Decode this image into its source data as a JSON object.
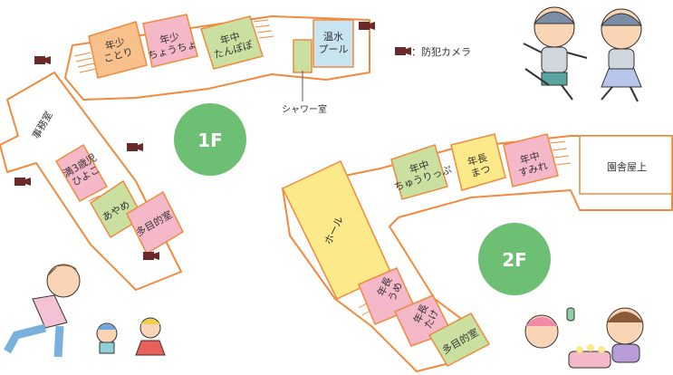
{
  "legend": {
    "camera_icon": "security-camera-icon",
    "label": "：防犯カメラ"
  },
  "floor1": {
    "badge": "1F",
    "rooms": {
      "nenshou_kotori": [
        "年少",
        "ことり"
      ],
      "nenshou_chouchou": [
        "年少",
        "ちょうちょ"
      ],
      "nenchuu_tanpopo": [
        "年中",
        "たんぽぽ"
      ],
      "onsui_pool": [
        "温水",
        "プール"
      ],
      "shower_room": "シャワー室",
      "jimushitsu": "事務室",
      "man3_hiyoko": [
        "満3歳児",
        "ひよこ"
      ],
      "ayame": "あやめ",
      "tamokuteki": "多目的室"
    }
  },
  "floor2": {
    "badge": "2F",
    "rooms": {
      "nenchuu_churippu": [
        "年中",
        "ちゅうりっぷ"
      ],
      "nenchou_matsu": [
        "年長",
        "まつ"
      ],
      "nenchuu_sumire": [
        "年中",
        "すみれ"
      ],
      "okujou": "園舎屋上",
      "hall": "ホール",
      "nenchou_ume": [
        "年長",
        "うめ"
      ],
      "nenchou_take": [
        "年長",
        "たけ"
      ],
      "tamokuteki": "多目的室"
    }
  },
  "colors": {
    "wall": "#f08a3c",
    "pink": "#f5b8c8",
    "orange": "#f8c08a",
    "yellow": "#fbe98a",
    "green": "#c9e0a0",
    "badge_green": "#6dbf73",
    "blue_pool": "#c8e4f0"
  }
}
